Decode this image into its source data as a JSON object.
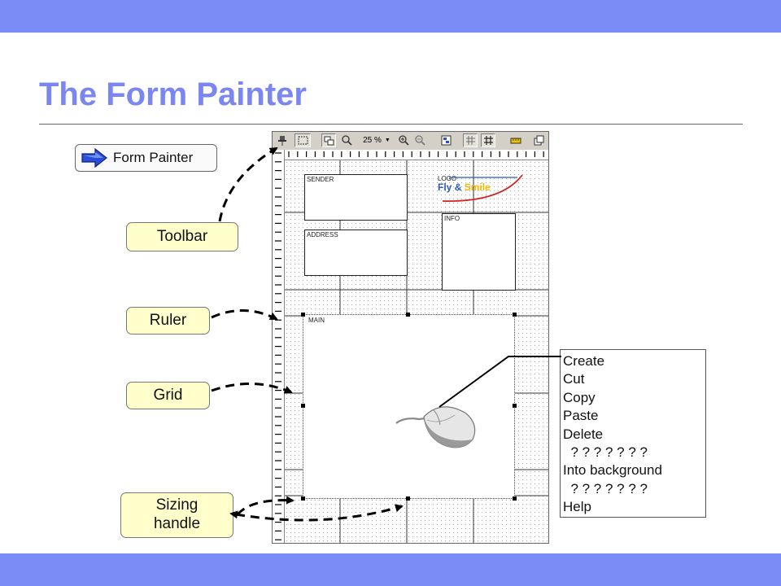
{
  "slide": {
    "title": "The Form Painter",
    "band_color": "#7b8cf7",
    "title_color": "#7b86f0"
  },
  "form_painter_button": {
    "label": "Form Painter",
    "icon": "blue-arrow-icon"
  },
  "callouts": {
    "toolbar": "Toolbar",
    "ruler": "Ruler",
    "grid": "Grid",
    "sizing_handle_line1": "Sizing",
    "sizing_handle_line2": "handle"
  },
  "painter": {
    "zoom": "25 %",
    "windows": {
      "sender": "SENDER",
      "address": "ADDRESS",
      "logo": "LOGO",
      "info": "INFO",
      "main": "MAIN"
    },
    "logo_text": {
      "part1": "Fly",
      "ampersand": "&",
      "part2": "Smile"
    }
  },
  "context_menu": {
    "items": [
      "Create",
      "Cut",
      "Copy",
      "Paste",
      "Delete",
      "  ? ? ? ? ? ? ?",
      "Into background",
      "  ? ? ? ? ? ? ?",
      "Help"
    ]
  }
}
